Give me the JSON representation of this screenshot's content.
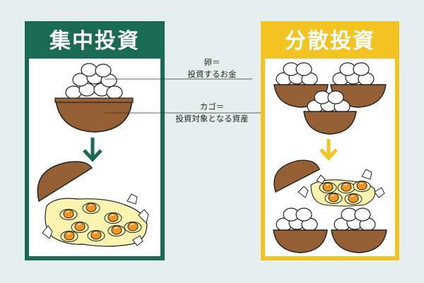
{
  "left_panel": {
    "title": "集中投資"
  },
  "right_panel": {
    "title": "分散投資"
  },
  "labels": {
    "egg_line1": "卵＝",
    "egg_line2": "投資するお金",
    "basket_line1": "カゴ＝",
    "basket_line2": "投資対象となる資産"
  },
  "colors": {
    "green": "#1a6b56",
    "yellow": "#f2c321",
    "basket": "#9a6237",
    "yolk": "#f29422",
    "white_puddle": "#fbf4b0"
  }
}
